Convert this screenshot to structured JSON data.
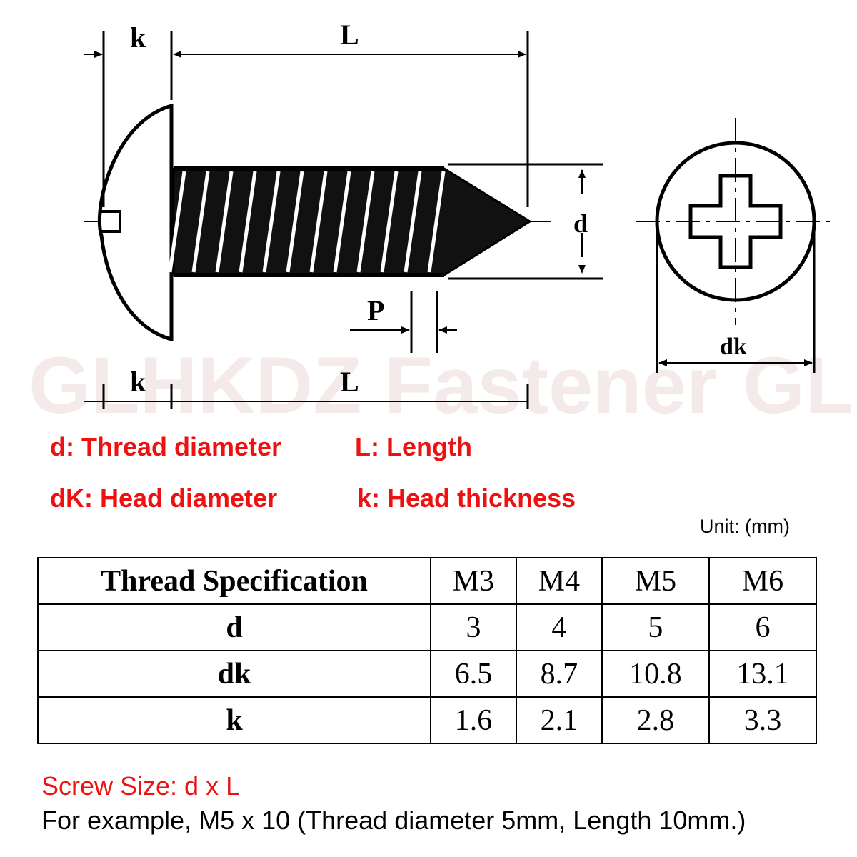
{
  "drawing": {
    "watermark": "GLHKDZ Fastener",
    "watermark_cut": "GL",
    "dim_k_top": "k",
    "dim_L_top": "L",
    "dim_d": "d",
    "dim_P": "P",
    "dim_k_bottom": "k",
    "dim_L_bottom": "L",
    "dim_dk": "dk"
  },
  "legend": {
    "d": "d: Thread diameter",
    "L": "L: Length",
    "dk": "dK: Head diameter",
    "k": "k: Head thickness"
  },
  "unit": "Unit: (mm)",
  "spec_table": {
    "header": [
      "Thread Specification",
      "M3",
      "M4",
      "M5",
      "M6"
    ],
    "rows": [
      {
        "label": "d",
        "values": [
          "3",
          "4",
          "5",
          "6"
        ]
      },
      {
        "label": "dk",
        "values": [
          "6.5",
          "8.7",
          "10.8",
          "13.1"
        ]
      },
      {
        "label": "k",
        "values": [
          "1.6",
          "2.1",
          "2.8",
          "3.3"
        ]
      }
    ]
  },
  "screw_size": "Screw Size: d x L",
  "example": "For example, M5 x 10 (Thread diameter 5mm, Length 10mm.)",
  "colors": {
    "legend_red": "#ee1111",
    "watermark": "#ecd9d9"
  }
}
